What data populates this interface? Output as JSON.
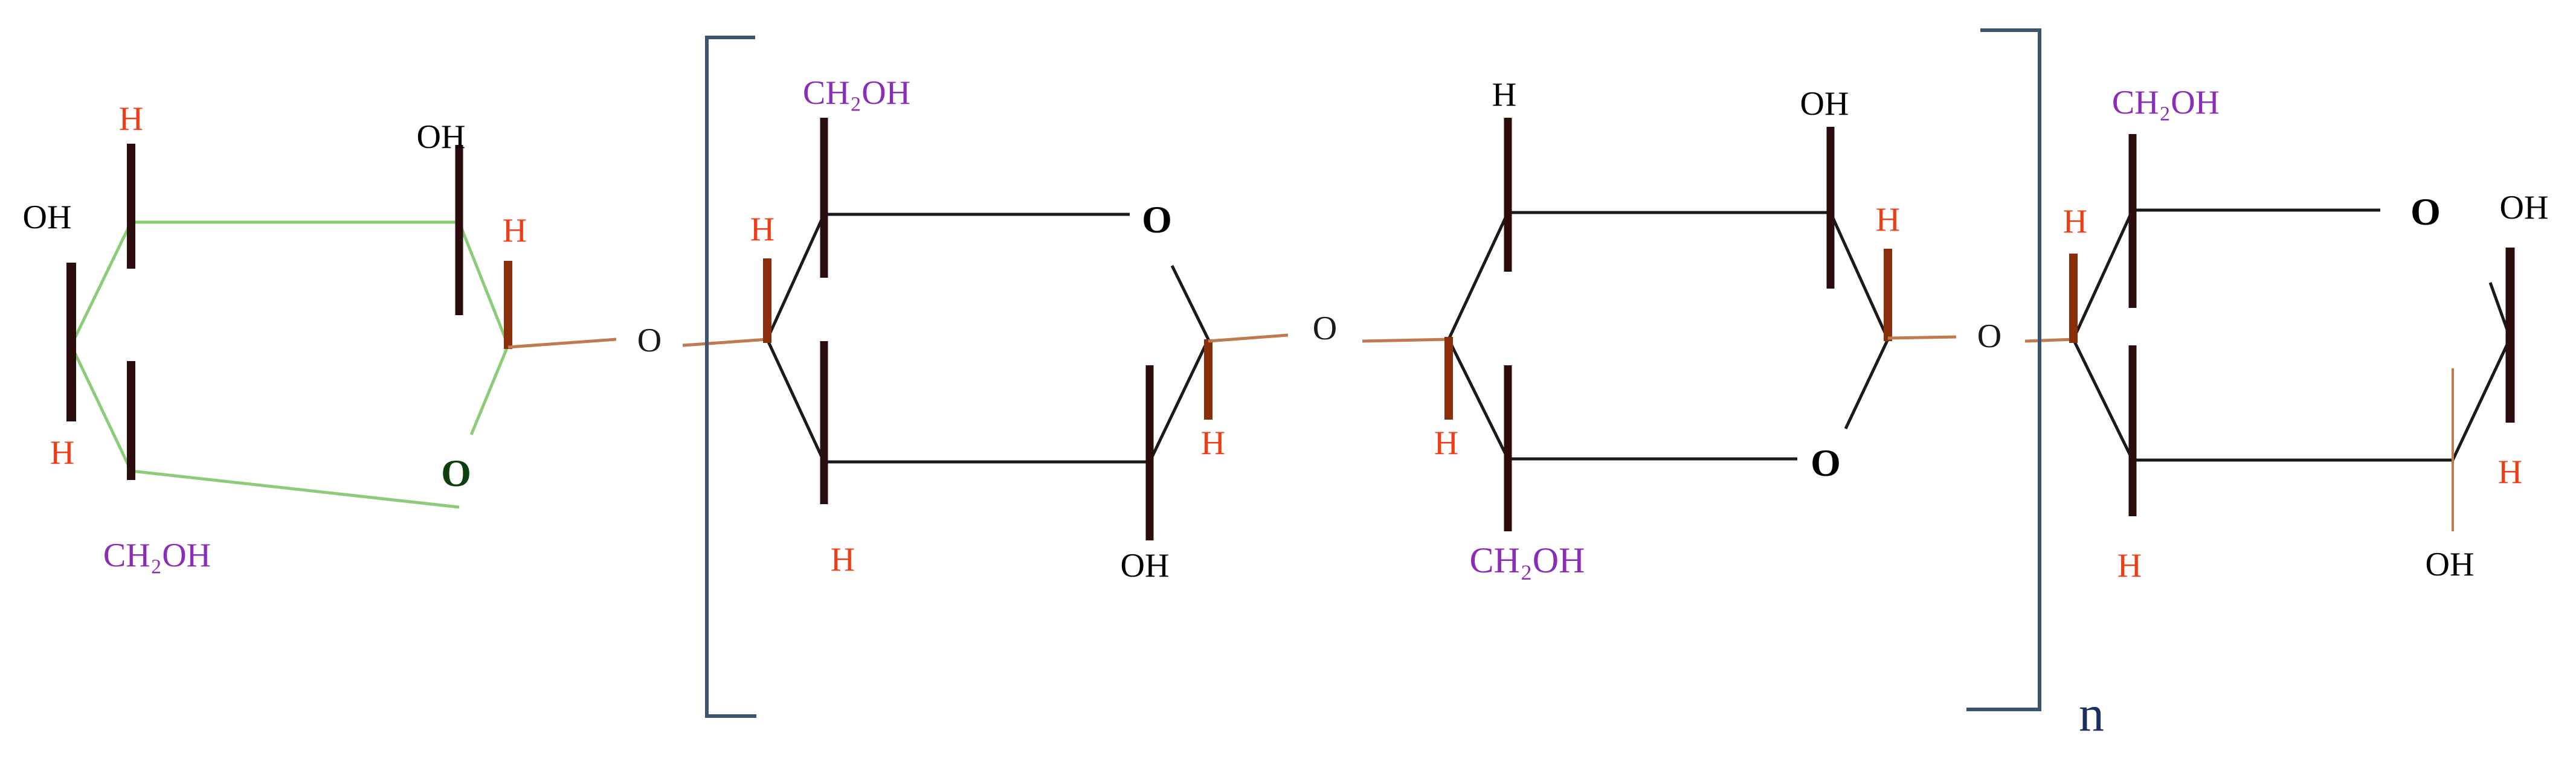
{
  "colors": {
    "hydrogen": "#f03c14",
    "ch2oh": "#8a2cb8",
    "hydroxyl": "#000000",
    "ring_oxygen": "#000000",
    "ring_oxygen_terminal": "#0d3f0d",
    "glycosidic_oxygen": "#1a1a1a",
    "ring_terminal": "#8ccc78",
    "ring_unit": "#1a1a1a",
    "bond_vertical": "#2b0d0d",
    "bond_h": "#8a2e0c",
    "bond_link": "#c07a4e",
    "bracket": "#3a5470",
    "subscript_n": "#1c2e60"
  },
  "labels": {
    "h": "H",
    "oh": "OH",
    "ch2oh": "CH₂OH",
    "ring_o": "O",
    "link_o": "O",
    "subscript": "n"
  }
}
